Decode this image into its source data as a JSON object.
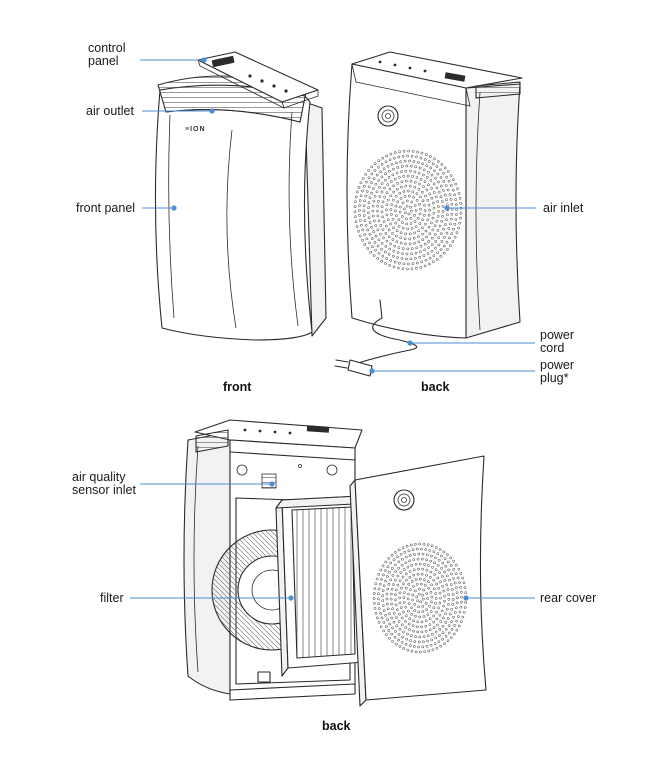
{
  "colors": {
    "accent": "#4a8fd4",
    "ink": "#2b2b2b"
  },
  "brand": "≡ION",
  "captions": {
    "front": "front",
    "back_top": "back",
    "back_bottom": "back"
  },
  "labels": {
    "control_panel": [
      "control",
      "panel"
    ],
    "air_outlet": "air outlet",
    "front_panel": "front panel",
    "air_inlet": "air inlet",
    "power_cord": [
      "power",
      "cord"
    ],
    "power_plug": [
      "power",
      "plug*"
    ],
    "air_quality_sensor_inlet": [
      "air quality",
      "sensor inlet"
    ],
    "filter": "filter",
    "rear_cover": "rear cover"
  }
}
